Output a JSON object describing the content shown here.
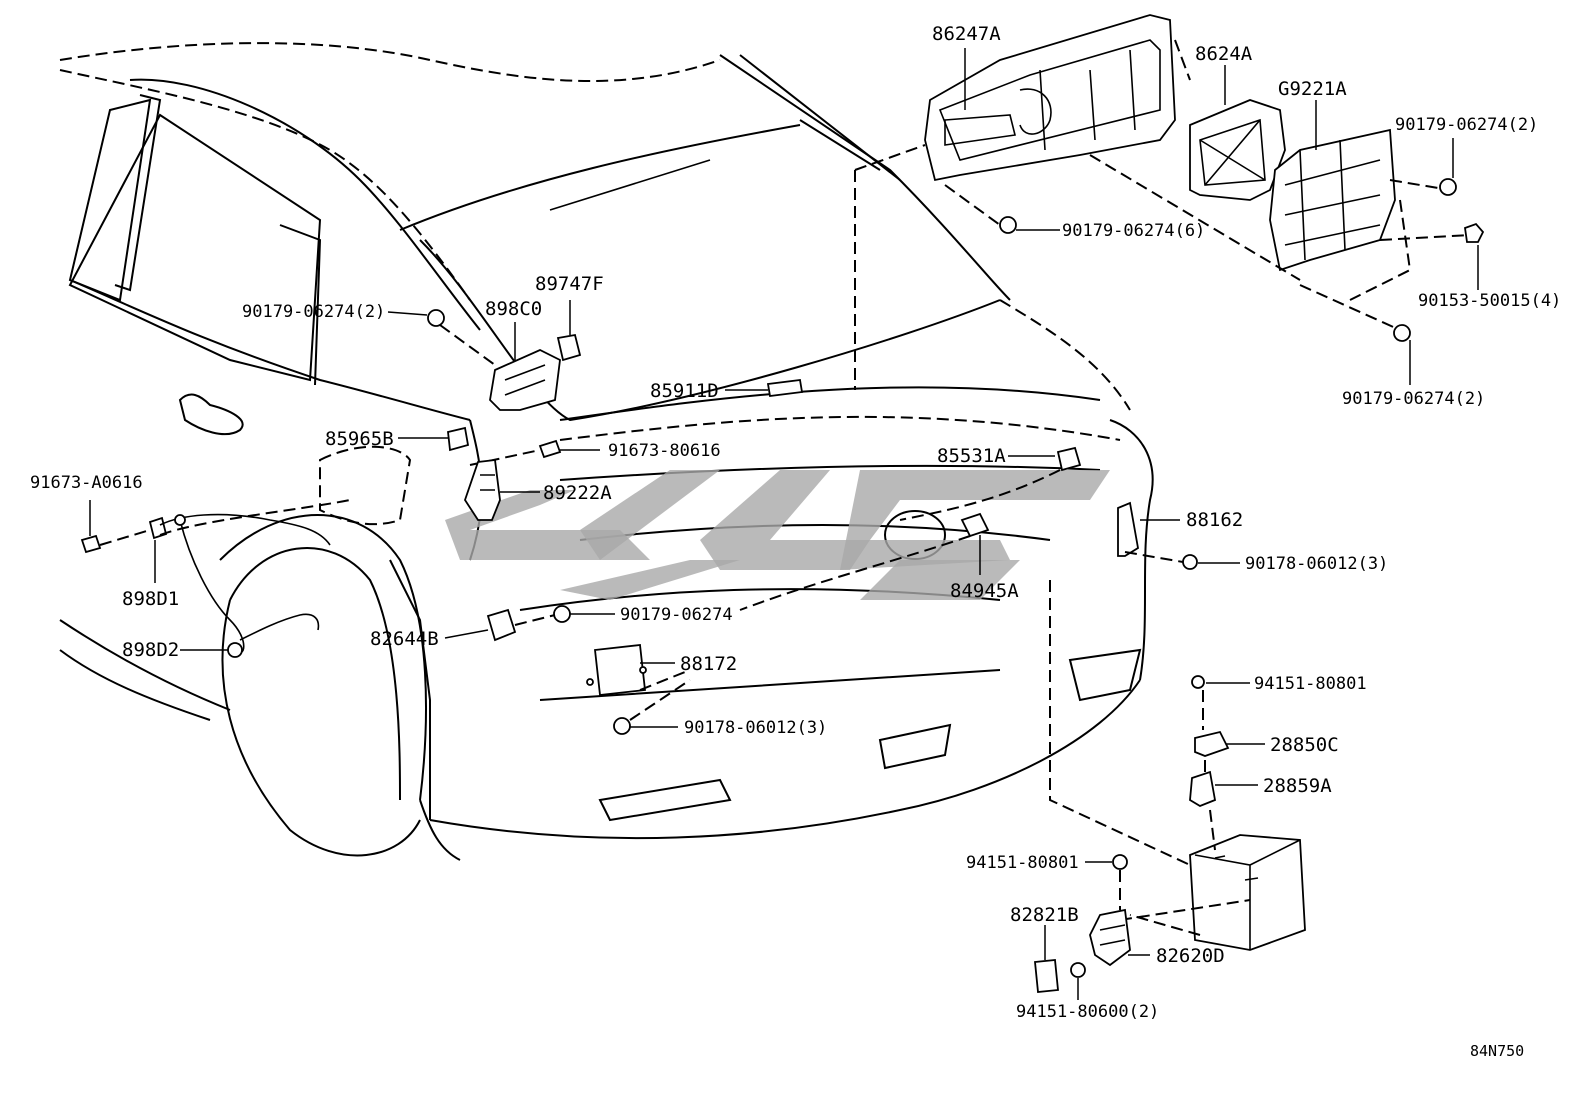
{
  "diagram_code": "84N750",
  "callouts": [
    {
      "id": "p86247A",
      "text": "86247A"
    },
    {
      "id": "p8624A",
      "text": "8624A"
    },
    {
      "id": "pG9221A",
      "text": "G9221A"
    },
    {
      "id": "p90179_2_top",
      "text": "90179-06274(2)"
    },
    {
      "id": "p90179_6",
      "text": "90179-06274(6)"
    },
    {
      "id": "p90153",
      "text": "90153-50015(4)"
    },
    {
      "id": "p90179_2_right",
      "text": "90179-06274(2)"
    },
    {
      "id": "p90179_2_left",
      "text": "90179-06274(2)"
    },
    {
      "id": "p898C0",
      "text": "898C0"
    },
    {
      "id": "p89747F",
      "text": "89747F"
    },
    {
      "id": "p85911D",
      "text": "85911D"
    },
    {
      "id": "p85965B",
      "text": "85965B"
    },
    {
      "id": "p91673_80616",
      "text": "91673-80616"
    },
    {
      "id": "p85531A",
      "text": "85531A"
    },
    {
      "id": "p91673_A0616",
      "text": "91673-A0616"
    },
    {
      "id": "p89222A",
      "text": "89222A"
    },
    {
      "id": "p88162",
      "text": "88162"
    },
    {
      "id": "p84945A",
      "text": "84945A"
    },
    {
      "id": "p90178_3_right",
      "text": "90178-06012(3)"
    },
    {
      "id": "p898D1",
      "text": "898D1"
    },
    {
      "id": "p898D2",
      "text": "898D2"
    },
    {
      "id": "p82644B",
      "text": "82644B"
    },
    {
      "id": "p90179_single",
      "text": "90179-06274"
    },
    {
      "id": "p88172",
      "text": "88172"
    },
    {
      "id": "p90178_3_mid",
      "text": "90178-06012(3)"
    },
    {
      "id": "p94151_80801_a",
      "text": "94151-80801"
    },
    {
      "id": "p28850C",
      "text": "28850C"
    },
    {
      "id": "p28859A",
      "text": "28859A"
    },
    {
      "id": "p94151_80801_b",
      "text": "94151-80801"
    },
    {
      "id": "p82821B",
      "text": "82821B"
    },
    {
      "id": "p82620D",
      "text": "82620D"
    },
    {
      "id": "p94151_80600",
      "text": "94151-80600(2)"
    }
  ]
}
